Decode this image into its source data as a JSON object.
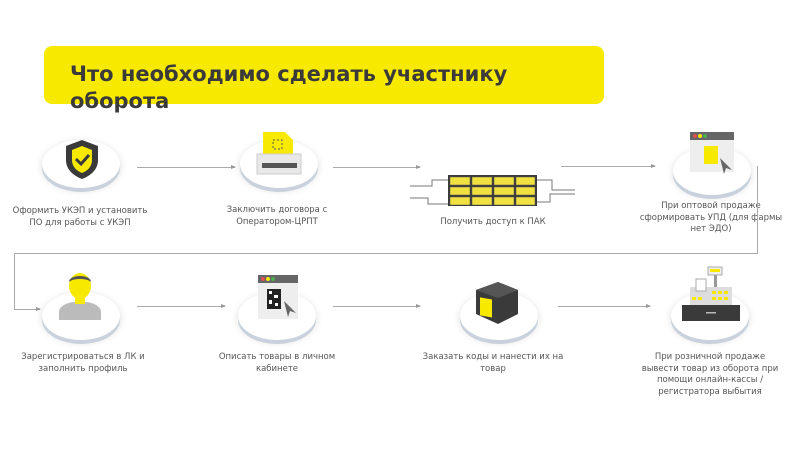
{
  "title": "Что необходимо сделать участнику оборота",
  "steps": [
    {
      "label": "Оформить УКЭП и установить ПО для работы с УКЭП",
      "icon": "shield-check-icon"
    },
    {
      "label": "Заключить договора с Оператором-ЦРПТ",
      "icon": "printer-document-icon"
    },
    {
      "label": "Получить доступ к ПАК",
      "icon": "server-icon"
    },
    {
      "label": "При оптовой продаже сформировать УПД (для фармы нет ЭДО)",
      "icon": "browser-document-icon"
    },
    {
      "label": "Зарегистрироваться в ЛК и заполнить профиль",
      "icon": "user-icon"
    },
    {
      "label": "Описать товары в личном кабинете",
      "icon": "browser-datamatrix-icon"
    },
    {
      "label": "Заказать коды и нанести их на товар",
      "icon": "box-code-icon"
    },
    {
      "label": "При розничной продаже вывести товар из оборота при помощи онлайн-кассы / регистратора выбытия",
      "icon": "cash-register-icon"
    }
  ],
  "colors": {
    "accent": "#f7ea00",
    "dark": "#3a3a3a"
  }
}
